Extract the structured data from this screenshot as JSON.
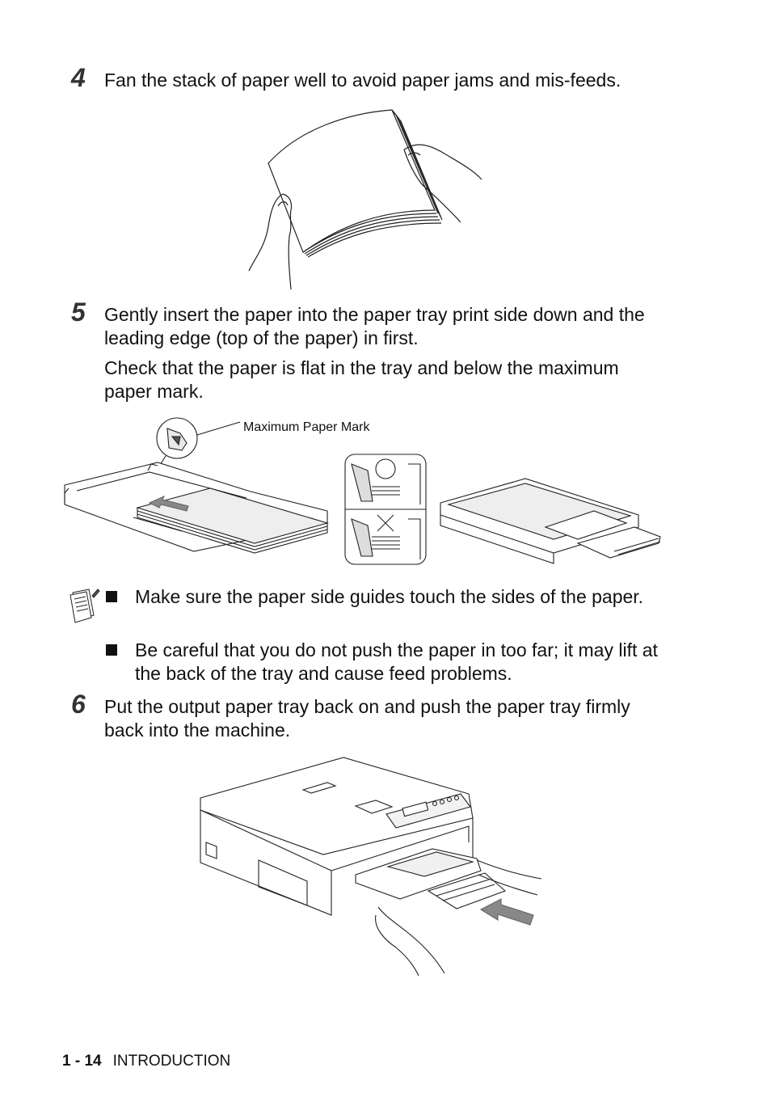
{
  "steps": [
    {
      "number": "4",
      "text": "Fan the stack of paper well to avoid paper jams and mis-feeds."
    },
    {
      "number": "5",
      "text": "Gently insert the paper into the paper tray print side down and the leading edge (top of the paper) in first.",
      "text2": "Check that the paper is flat in the tray and below the maximum paper mark."
    },
    {
      "number": "6",
      "text": "Put the output paper tray back on and push the paper tray firmly back into the machine."
    }
  ],
  "callout": {
    "max_paper_mark": "Maximum Paper Mark"
  },
  "note": {
    "icon": "notepad-pencil-icon",
    "items": [
      "Make sure the paper side guides touch the sides of the paper.",
      "Be careful that you do not push the paper in too far; it may lift at the back of the tray and cause feed problems."
    ]
  },
  "footer": {
    "page": "1 - 14",
    "section": "INTRODUCTION"
  }
}
